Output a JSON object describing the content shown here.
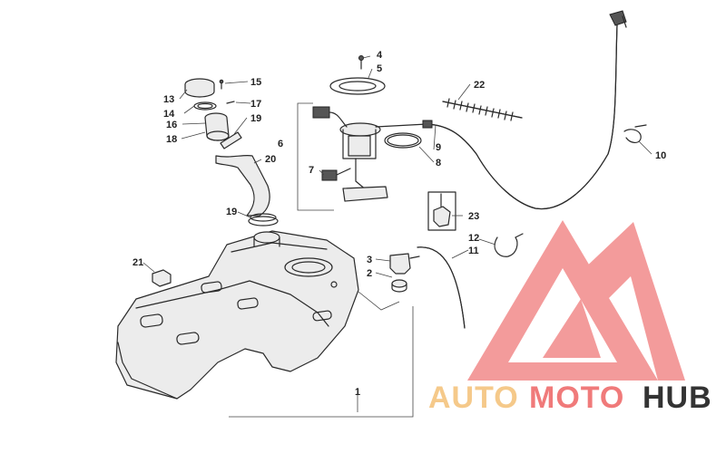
{
  "callouts": {
    "c1": "1",
    "c2": "2",
    "c3": "3",
    "c4": "4",
    "c5": "5",
    "c6": "6",
    "c7": "7",
    "c8": "8",
    "c9": "9",
    "c10": "10",
    "c11": "11",
    "c12": "12",
    "c13": "13",
    "c14": "14",
    "c15": "15",
    "c16": "16",
    "c17": "17",
    "c18": "18",
    "c19a": "19",
    "c19b": "19",
    "c20": "20",
    "c21": "21",
    "c22": "22",
    "c23": "23"
  },
  "watermark": {
    "part1": "AUTO",
    "part2": "MOTO",
    "part3": "HUB",
    "color_light": "#f5c98a",
    "color_accent": "#f07a7a",
    "color_dark": "#333333",
    "logo_color": "#f28a8a"
  }
}
